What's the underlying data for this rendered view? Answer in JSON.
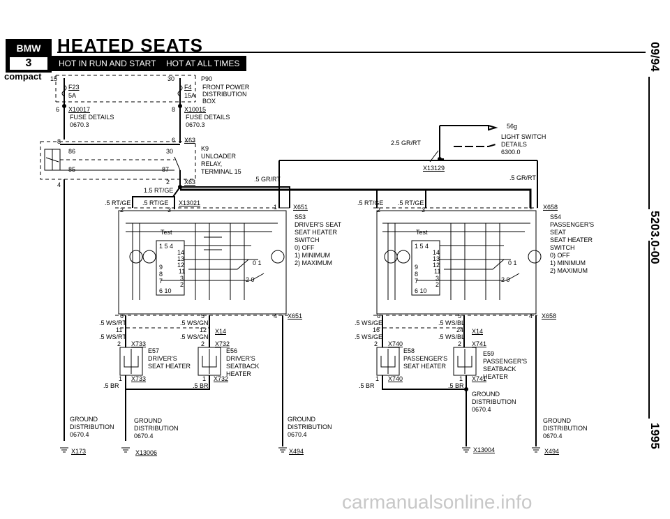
{
  "header": {
    "logo_top": "BMW",
    "logo_bottom": "3",
    "title": "HEATED SEATS",
    "subtitle": "compact",
    "banner_run": "HOT IN RUN AND START",
    "banner_all": "HOT AT ALL TIMES"
  },
  "side": {
    "date": "09/94",
    "code": "5203.0-00",
    "year": "1995"
  },
  "fuses": {
    "f23_pin": "15",
    "f23": "F23",
    "f23_amp": "5A",
    "f4_pin": "30",
    "f4": "F4",
    "f4_amp": "15A",
    "p90": "P90",
    "p90_desc1": "FRONT POWER",
    "p90_desc2": "DISTRIBUTION",
    "p90_desc3": "BOX",
    "x10017_pin": "6",
    "x10017": "X10017",
    "x10017_d1": "FUSE DETAILS",
    "x10017_d2": "0670.3",
    "x10015_pin": "8",
    "x10015": "X10015",
    "x10015_d1": "FUSE DETAILS",
    "x10015_d2": "0670.3"
  },
  "relay": {
    "pin8": "8",
    "pin6": "6",
    "x63a": "X63",
    "p86": "86",
    "p30": "30",
    "p85": "85",
    "p87": "87",
    "k9": "K9",
    "k9_d1": "UNLOADER",
    "k9_d2": "RELAY,",
    "k9_d3": "TERMINAL 15",
    "pin4": "4",
    "pin2": "2",
    "x63b": "X63",
    "wire_rtge": "1.5 RT/GE"
  },
  "light_switch": {
    "wire": "2.5 GR/RT",
    "s6g": "56g",
    "d1": "LIGHT SWITCH",
    "d2": "DETAILS",
    "d3": "6300.0",
    "x13129": "X13129",
    "wire_left": ".5 GR/RT",
    "wire_right": ".5 GR/RT"
  },
  "left_switch": {
    "wire_a": ".5 RT/GE",
    "pin_a": "2",
    "wire_b": ".5 RT/GE",
    "pin_b": "3",
    "x13021": "X13021",
    "pin1": "1",
    "x651": "X651",
    "s53": "S53",
    "d1": "DRIVER'S SEAT",
    "d2": "SEAT HEATER",
    "d3": "SWITCH",
    "d4": "0)  OFF",
    "d5": "1)  MINIMUM",
    "d6": "2)  MAXIMUM",
    "test": "Test",
    "n154": "1  5  4",
    "n14": "14",
    "n13": "13",
    "n12": "12",
    "n11": "11",
    "n9": "9",
    "n8": "8",
    "n7": "7",
    "n3": "3",
    "n2": "2",
    "n610": "6   10",
    "sw01": "0   1",
    "sw20": "2   0",
    "pin6": "6",
    "pin5": "5",
    "pin4": "4",
    "x651b": "X651"
  },
  "right_switch": {
    "wire_a": ".5 RT/GE",
    "pin_a": "2",
    "wire_b": ".5 RT/GE",
    "pin_b": "3",
    "pin1": "1",
    "x658": "X658",
    "s54": "S54",
    "d1": "PASSENGER'S",
    "d2": "SEAT",
    "d3": "SEAT HEATER",
    "d4": "SWITCH",
    "d5": "0)  OFF",
    "d6": "1)  MINIMUM",
    "d7": "2)  MAXIMUM",
    "pin6": "6",
    "pin5": "5",
    "pin4": "4",
    "x658b": "X658"
  },
  "left_heaters": {
    "w1": ".5 WS/RT",
    "n11": "11",
    "w2": ".5 WS/RT",
    "p2a": "2",
    "x733": "X733",
    "w3": ".5 WS/GN",
    "n12": "12",
    "x14": "X14",
    "w4": ".5 WS/GN",
    "p2b": "2",
    "x732": "X732",
    "e57": "E57",
    "e57_d1": "DRIVER'S",
    "e57_d2": "SEAT HEATER",
    "e56": "E56",
    "e56_d1": "DRIVER'S",
    "e56_d2": "SEATBACK",
    "e56_d3": "HEATER",
    "p1a": "1",
    "x733b": "X733",
    "br_a": ".5 BR",
    "p1b": "1",
    "x732b": "X732",
    "br_b": ".5 BR"
  },
  "right_heaters": {
    "w1": ".5 WS/GE",
    "n16": "16",
    "w2": ".5 WS/GE",
    "p2a": "2",
    "x740": "X740",
    "w3": ".5 WS/BL",
    "n24": "24",
    "x14": "X14",
    "w4": ".5 WS/BL",
    "p2b": "2",
    "x741": "X741",
    "e58": "E58",
    "e58_d1": "PASSENGER'S",
    "e58_d2": "SEAT HEATER",
    "e59": "E59",
    "e59_d1": "PASSENGER'S",
    "e59_d2": "SEATBACK",
    "e59_d3": "HEATER",
    "p1a": "1",
    "x740b": "X740",
    "br_a": ".5 BR",
    "p1b": "1",
    "x741b": "X741",
    "br_b": ".5 BR"
  },
  "grounds": {
    "g1_d1": "GROUND",
    "g1_d2": "DISTRIBUTION",
    "g1_d3": "0670.4",
    "g1_x": "X173",
    "g2_d1": "GROUND",
    "g2_d2": "DISTRIBUTION",
    "g2_d3": "0670.4",
    "g2_x": "X13006",
    "g3_d1": "GROUND",
    "g3_d2": "DISTRIBUTION",
    "g3_d3": "0670.4",
    "g3_x": "X494",
    "g4_d1": "GROUND",
    "g4_d2": "DISTRIBUTION",
    "g4_d3": "0670.4",
    "g4_x": "X13004",
    "g5_d1": "GROUND",
    "g5_d2": "DISTRIBUTION",
    "g5_d3": "0670.4",
    "g5_x": "X494"
  },
  "footer": {
    "watermark": "carmanualsonline.info"
  }
}
